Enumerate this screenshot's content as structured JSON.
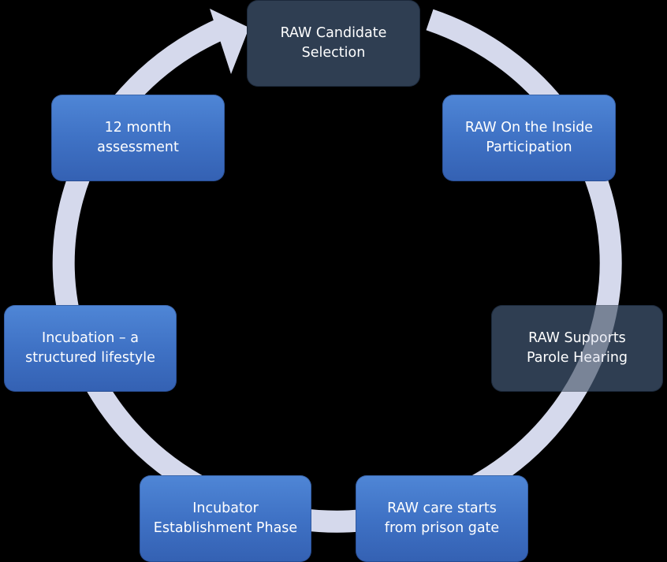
{
  "diagram": {
    "type": "cycle",
    "colors": {
      "background": "#000000",
      "ring": "#d5d9ec",
      "box_blue": "#3f72c5",
      "box_dark": "#2f3e52",
      "text": "#ffffff"
    },
    "steps": [
      {
        "label": "RAW Candidate\nSelection",
        "style": "dark"
      },
      {
        "label": "RAW On the Inside\nParticipation",
        "style": "blue"
      },
      {
        "label": "RAW Supports\nParole Hearing",
        "style": "dark"
      },
      {
        "label": "RAW care starts\nfrom prison gate",
        "style": "blue"
      },
      {
        "label": "Incubator\nEstablishment Phase",
        "style": "blue"
      },
      {
        "label": "Incubation – a\nstructured lifestyle",
        "style": "blue"
      },
      {
        "label": "12 month\nassessment",
        "style": "blue"
      }
    ]
  }
}
